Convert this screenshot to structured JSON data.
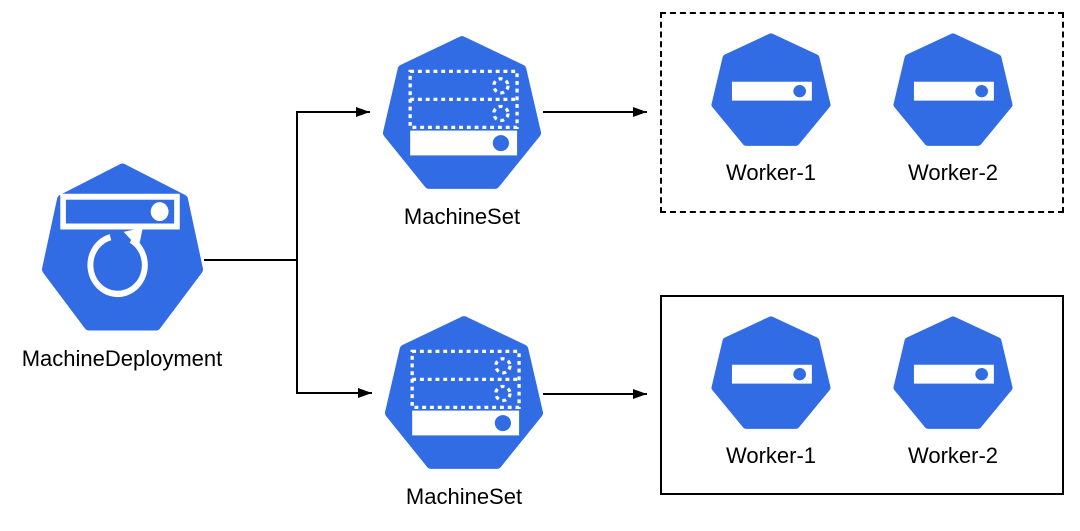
{
  "colors": {
    "node_blue": "#326CE5",
    "line_black": "#000000",
    "canvas_white": "#FFFFFF"
  },
  "machine_deployment": {
    "label": "MachineDeployment",
    "icon": "deployment-heptagon-icon"
  },
  "machine_sets": [
    {
      "label": "MachineSet",
      "icon": "machineset-heptagon-icon"
    },
    {
      "label": "MachineSet",
      "icon": "machineset-heptagon-icon"
    }
  ],
  "worker_groups": [
    {
      "border_style": "dashed",
      "workers": [
        {
          "label": "Worker-1",
          "icon": "machine-heptagon-icon"
        },
        {
          "label": "Worker-2",
          "icon": "machine-heptagon-icon"
        }
      ]
    },
    {
      "border_style": "solid",
      "workers": [
        {
          "label": "Worker-1",
          "icon": "machine-heptagon-icon"
        },
        {
          "label": "Worker-2",
          "icon": "machine-heptagon-icon"
        }
      ]
    }
  ]
}
